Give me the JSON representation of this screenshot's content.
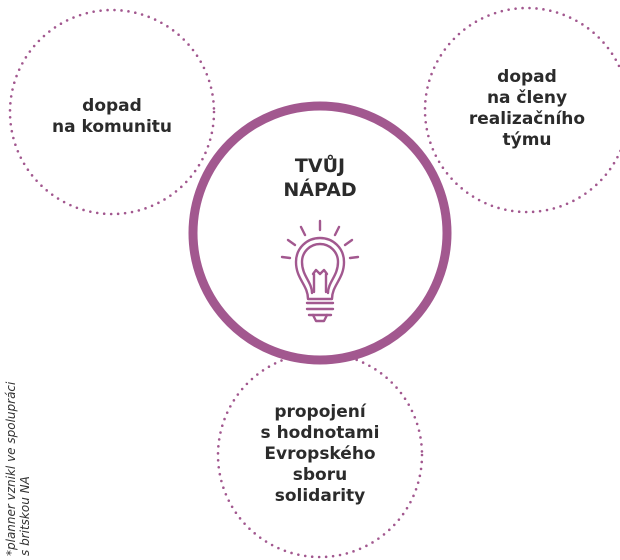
{
  "colors": {
    "accent": "#a2588f",
    "text": "#2b2b2b"
  },
  "diagram": {
    "center": {
      "title_lines": [
        "TVŮJ",
        "NÁPAD"
      ],
      "icon": "lightbulb-icon"
    },
    "circles": [
      {
        "lines": [
          "dopad",
          "na komunitu"
        ]
      },
      {
        "lines": [
          "dopad",
          "na členy",
          "realizačního",
          "týmu"
        ]
      },
      {
        "lines": [
          "propojení",
          "s hodnotami",
          "Evropského",
          "sboru",
          "solidarity"
        ]
      }
    ]
  },
  "footnote": {
    "lines": [
      "*planner vznikl ve spolupráci",
      "s britskou NA"
    ]
  }
}
